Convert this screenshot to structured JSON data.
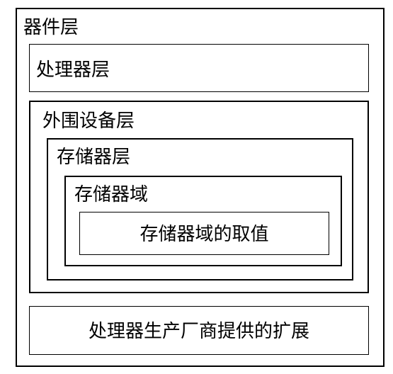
{
  "diagram": {
    "outer": {
      "label": "器件层"
    },
    "processor": {
      "label": "处理器层"
    },
    "peripheral": {
      "label": "外围设备层",
      "memory_layer": {
        "label": "存储器层",
        "memory_domain": {
          "label": "存储器域",
          "domain_value": {
            "label": "存储器域的取值"
          }
        }
      }
    },
    "vendor_extension": {
      "label": "处理器生产厂商提供的扩展"
    }
  }
}
